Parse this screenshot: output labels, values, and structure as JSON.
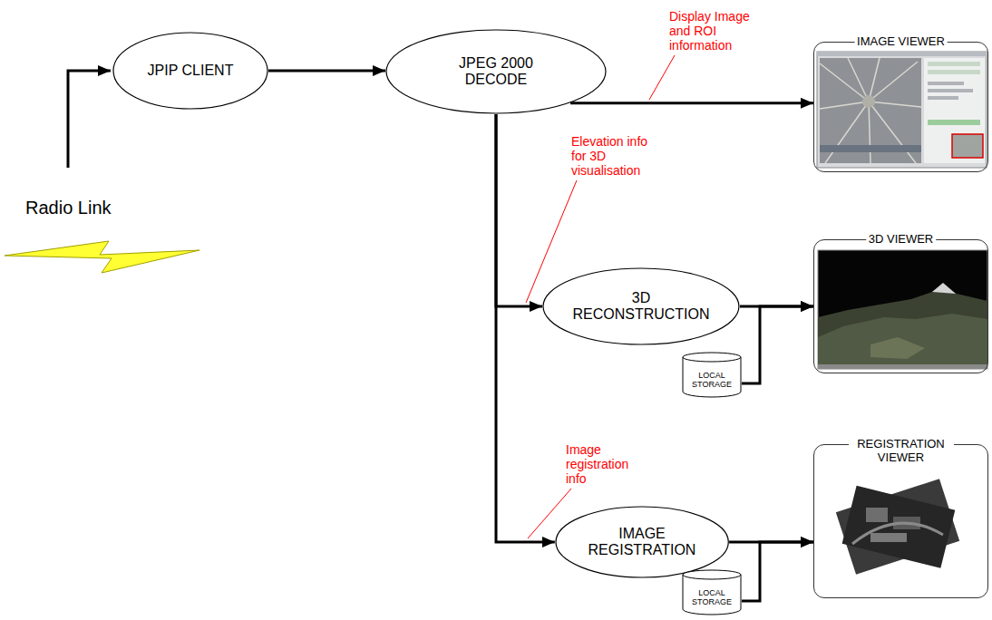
{
  "diagram": {
    "nodes": [
      {
        "text": [
          "JPIP CLIENT"
        ]
      },
      {
        "text": [
          "JPEG 2000 DECODE"
        ]
      },
      {
        "text": [
          "IMAGE VIEWER"
        ]
      },
      {
        "text": [
          "3D RECONSTRUCTION"
        ]
      },
      {
        "text": [
          "LOCAL STORAGE"
        ]
      },
      {
        "text": [
          "3D VIEWER"
        ]
      },
      {
        "text": [
          "IMAGE REGISTRATION"
        ]
      },
      {
        "text": [
          "LOCAL STORAGE"
        ]
      },
      {
        "text": [
          "REGISTRATION VIEWER"
        ]
      }
    ],
    "edges": [
      {
        "from": 0,
        "to": 1,
        "arrow": "to"
      },
      {
        "from": 1,
        "to": 2,
        "label": "Display Image and ROI information",
        "arrow": "to"
      },
      {
        "from": 1,
        "to": 3,
        "label": "Elevation info for 3D visualisation",
        "arrow": "to"
      },
      {
        "from": 1,
        "to": 6,
        "label": "Image registration info",
        "arrow": "to"
      },
      {
        "from": 3,
        "to": 5,
        "arrow": "to"
      },
      {
        "from": 4,
        "to": 5,
        "arrow": "to"
      },
      {
        "from": 6,
        "to": 8,
        "arrow": "to"
      },
      {
        "from": 7,
        "to": 8,
        "arrow": "to"
      }
    ],
    "labels": [
      "Radio Link"
    ]
  }
}
